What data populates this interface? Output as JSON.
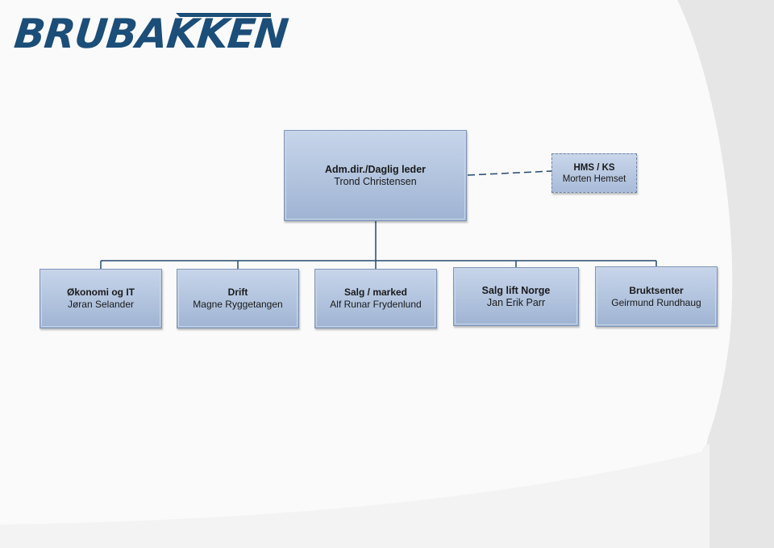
{
  "logo": {
    "text": "BRUBAKKEN",
    "brand_color": "#1b4e78"
  },
  "org_chart": {
    "root": {
      "title": "Adm.dir./Daglig leder",
      "name": "Trond Christensen"
    },
    "staff": {
      "title": "HMS / KS",
      "name": "Morten Hemset"
    },
    "departments": [
      {
        "title": "Økonomi og IT",
        "name": "Jøran Selander"
      },
      {
        "title": "Drift",
        "name": "Magne Ryggetangen"
      },
      {
        "title": "Salg / marked",
        "name": "Alf Runar Frydenlund"
      },
      {
        "title": "Salg lift Norge",
        "name": "Jan Erik Parr"
      },
      {
        "title": "Bruktsenter",
        "name": "Geirmund Rundhaug"
      }
    ]
  },
  "colors": {
    "box_top": "#c7d5ea",
    "box_bottom": "#9fb4d3",
    "connector": "#244a6e"
  }
}
